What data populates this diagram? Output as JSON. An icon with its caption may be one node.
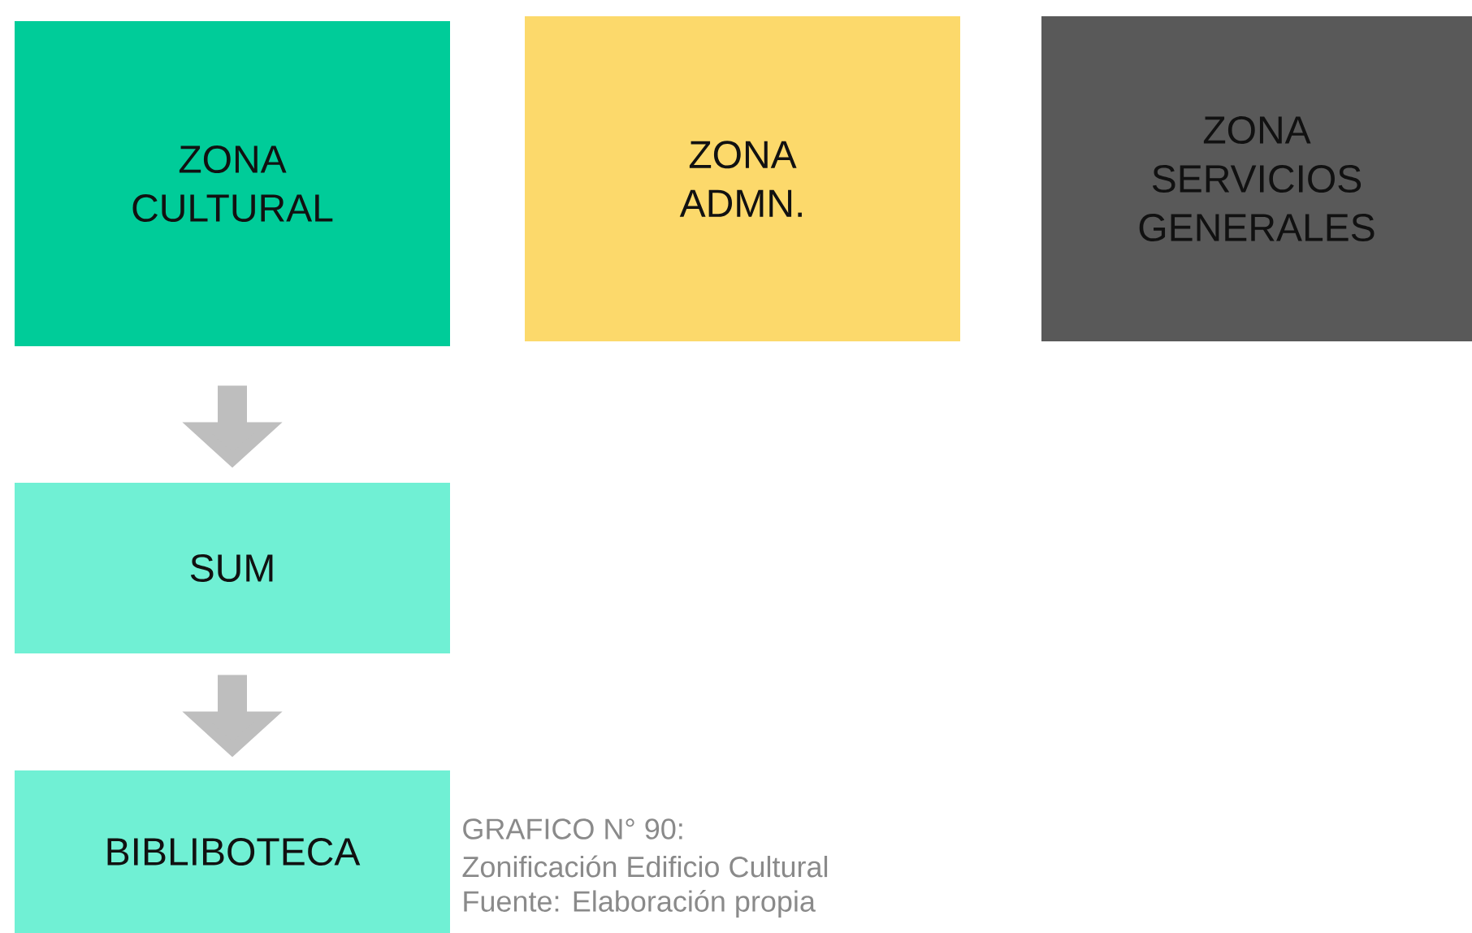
{
  "diagram": {
    "nodes": [
      {
        "text": [
          "ZONA CULTURAL"
        ]
      },
      {
        "text": [
          "ZONA ADMN."
        ]
      },
      {
        "text": [
          "ZONA SERVICIOS GENERALES"
        ]
      },
      {
        "text": [
          "SUM"
        ]
      },
      {
        "text": [
          "BIBLIBOTECA"
        ]
      }
    ],
    "edges": [
      {
        "from": 0,
        "to": 3,
        "arrow": "to"
      },
      {
        "from": 3,
        "to": 4,
        "arrow": "to"
      }
    ],
    "labels": [
      "GRAFICO N° 90:",
      "Zonificación Edificio Cultural",
      "Fuente: Elaboración propia"
    ]
  }
}
